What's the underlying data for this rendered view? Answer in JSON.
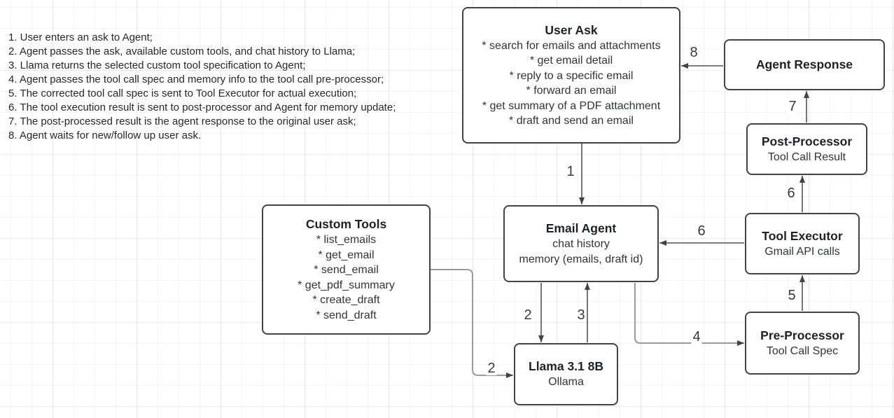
{
  "notes": [
    "1. User enters an ask to Agent;",
    "2. Agent passes the ask, available custom tools, and chat history to Llama;",
    "3. Llama returns the selected custom tool specification to Agent;",
    "4. Agent passes the tool call spec and memory info to the tool call pre-processor;",
    "5. The corrected tool call spec is sent to Tool Executor for actual execution;",
    "6. The tool execution result is sent to post-processor and Agent for memory update;",
    "7. The post-processed result is the agent response to the original user ask;",
    "8. Agent waits for new/follow up user ask."
  ],
  "boxes": {
    "user_ask": {
      "title": "User Ask",
      "items": [
        "* search for emails and attachments",
        "* get email detail",
        "* reply to a specific email",
        "* forward an email",
        "* get summary of a PDF attachment",
        "* draft and send an email"
      ]
    },
    "agent_response": {
      "title": "Agent Response"
    },
    "post_processor": {
      "title": "Post-Processor",
      "subtitle": "Tool Call Result"
    },
    "tool_executor": {
      "title": "Tool Executor",
      "subtitle": "Gmail API calls"
    },
    "pre_processor": {
      "title": "Pre-Processor",
      "subtitle": "Tool Call Spec"
    },
    "email_agent": {
      "title": "Email Agent",
      "lines": [
        "chat history",
        "memory (emails, draft id)"
      ]
    },
    "custom_tools": {
      "title": "Custom Tools",
      "items": [
        "* list_emails",
        "* get_email",
        "* send_email",
        "* get_pdf_summary",
        "* create_draft",
        "* send_draft"
      ]
    },
    "llama": {
      "title": "Llama 3.1 8B",
      "subtitle": "Ollama"
    }
  },
  "edge_labels": {
    "s1": "1",
    "s2a": "2",
    "s2b": "2",
    "s3": "3",
    "s4": "4",
    "s5": "5",
    "s6a": "6",
    "s6b": "6",
    "s7": "7",
    "s8": "8"
  },
  "palette": {
    "box_border": "#3e444b",
    "connector_dark": "#4d545b",
    "connector_light": "#969ba0",
    "arrowhead": "#3e444b",
    "grid_minor": "#f4f4f4",
    "grid_major": "#e7e7e7",
    "text": "#24282c",
    "background": "#ffffff"
  }
}
